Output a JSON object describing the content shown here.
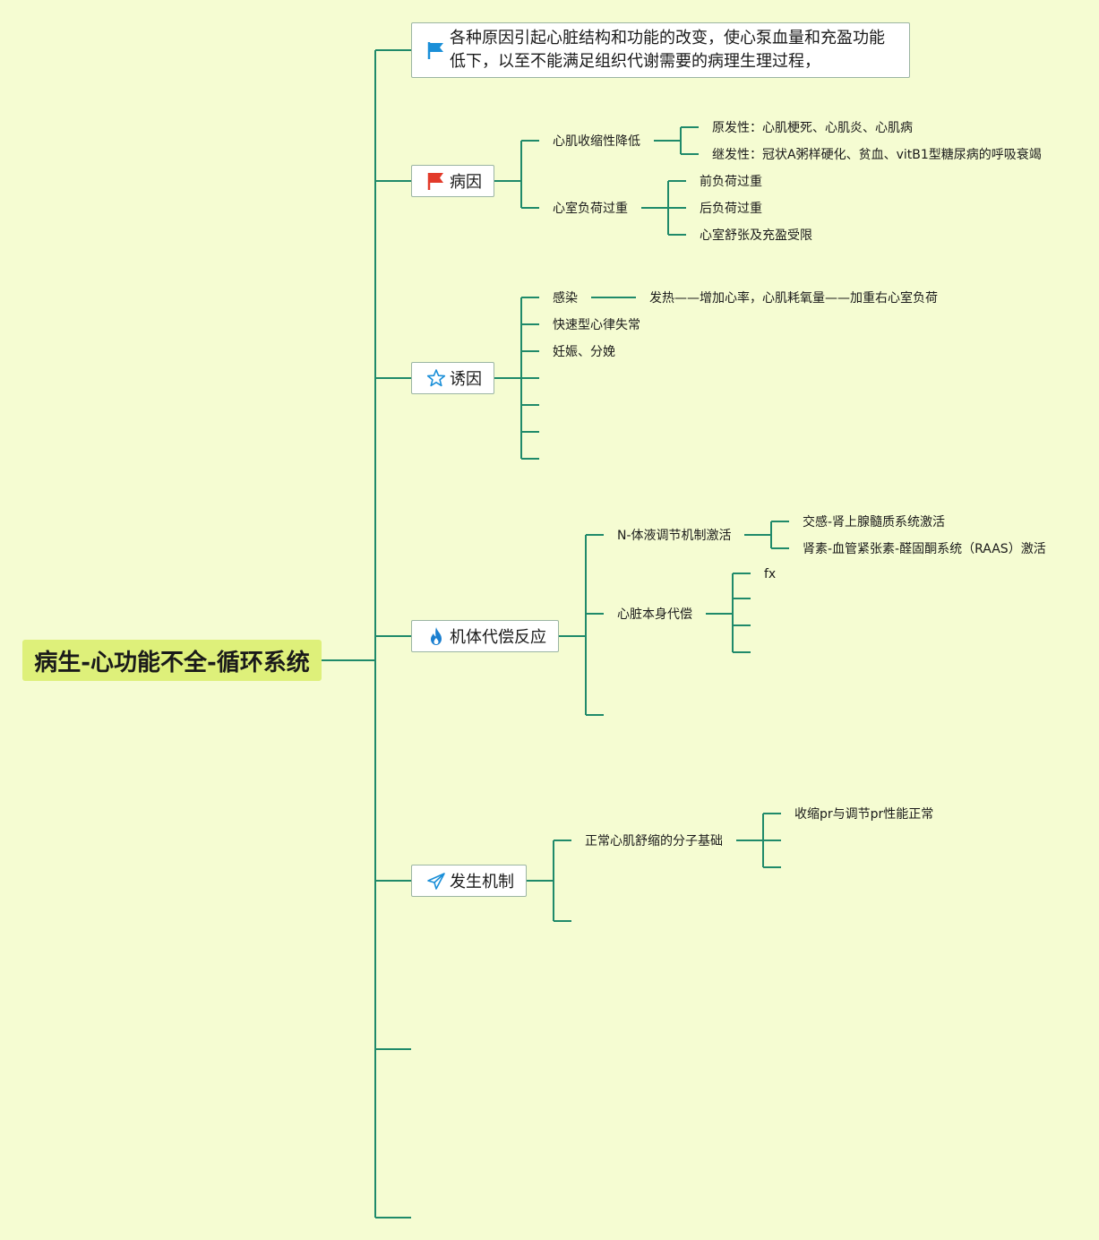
{
  "root": {
    "title": "病生-心功能不全-循环系统"
  },
  "definition": {
    "icon": "blue-flag-icon",
    "text": "各种原因引起心脏结构和功能的改变，使心泵血量和充盈功能低下，以至不能满足组织代谢需要的病理生理过程，"
  },
  "branches": {
    "cause": {
      "label": "病因",
      "icon": "red-flag-icon",
      "children": {
        "contractility": {
          "label": "心肌收缩性降低",
          "items": [
            "原发性：心肌梗死、心肌炎、心肌病",
            "继发性：冠状A粥样硬化、贫血、vitB1型糖尿病的呼吸衰竭"
          ]
        },
        "overload": {
          "label": "心室负荷过重",
          "items": [
            "前负荷过重",
            "后负荷过重",
            "心室舒张及充盈受限"
          ]
        }
      }
    },
    "trigger": {
      "label": "诱因",
      "icon": "star-outline-icon",
      "items": [
        "感染",
        "快速型心律失常",
        "妊娠、分娩"
      ],
      "infection_detail": "发热——增加心率，心肌耗氧量——加重右心室负荷"
    },
    "compensation": {
      "label": "机体代偿反应",
      "icon": "flame-icon",
      "children": {
        "neurohumoral": {
          "label": "N-体液调节机制激活",
          "items": [
            "交感-肾上腺髓质系统激活",
            "肾素-血管紧张素-醛固酮系统（RAAS）激活"
          ]
        },
        "cardiac": {
          "label": "心脏本身代偿",
          "items": [
            "fx"
          ]
        }
      }
    },
    "mechanism": {
      "label": "发生机制",
      "icon": "paper-plane-icon",
      "children": {
        "molecular": {
          "label": "正常心肌舒缩的分子基础",
          "items": [
            "收缩pr与调节pr性能正常"
          ]
        }
      }
    }
  },
  "colors": {
    "background": "#f5fcd2",
    "line": "#1f8a6a",
    "root_fill": "#def07a",
    "topic_border": "#9bb5a3"
  }
}
